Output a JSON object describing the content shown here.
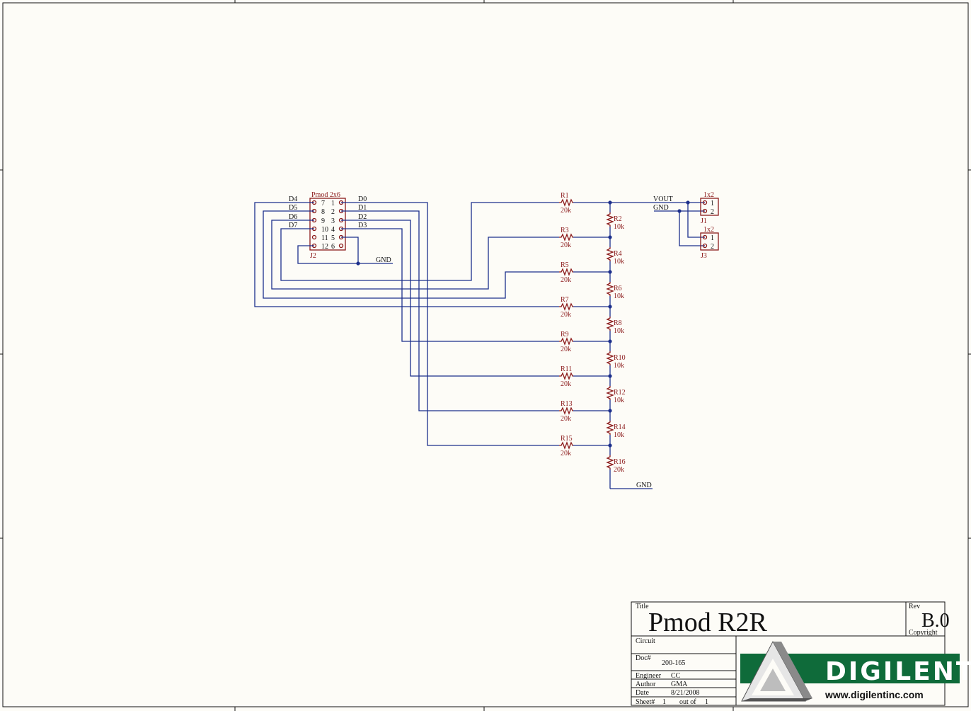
{
  "connector_j2": {
    "type_label": "Pmod 2x6",
    "ref": "J2",
    "left_pins": [
      "7",
      "8",
      "9",
      "10",
      "11",
      "12"
    ],
    "right_pins": [
      "1",
      "2",
      "3",
      "4",
      "5",
      "6"
    ],
    "left_nets": [
      "D4",
      "D5",
      "D6",
      "D7"
    ],
    "right_nets": [
      "D0",
      "D1",
      "D2",
      "D3"
    ]
  },
  "gnd_label": "GND",
  "vout_label": "VOUT",
  "resistors_series": [
    {
      "ref": "R1",
      "value": "20k"
    },
    {
      "ref": "R3",
      "value": "20k"
    },
    {
      "ref": "R5",
      "value": "20k"
    },
    {
      "ref": "R7",
      "value": "20k"
    },
    {
      "ref": "R9",
      "value": "20k"
    },
    {
      "ref": "R11",
      "value": "20k"
    },
    {
      "ref": "R13",
      "value": "20k"
    },
    {
      "ref": "R15",
      "value": "20k"
    }
  ],
  "resistors_ladder": [
    {
      "ref": "R2",
      "value": "10k"
    },
    {
      "ref": "R4",
      "value": "10k"
    },
    {
      "ref": "R6",
      "value": "10k"
    },
    {
      "ref": "R8",
      "value": "10k"
    },
    {
      "ref": "R10",
      "value": "10k"
    },
    {
      "ref": "R12",
      "value": "10k"
    },
    {
      "ref": "R14",
      "value": "10k"
    },
    {
      "ref": "R16",
      "value": "20k"
    }
  ],
  "connector_j1": {
    "type_label": "1x2",
    "ref": "J1",
    "pins": [
      "1",
      "2"
    ]
  },
  "connector_j3": {
    "type_label": "1x2",
    "ref": "J3",
    "pins": [
      "1",
      "2"
    ]
  },
  "title_block": {
    "title_caption": "Title",
    "title": "Pmod R2R",
    "rev_caption": "Rev",
    "rev": "B.0",
    "copyright_caption": "Copyright",
    "circuit_caption": "Circuit",
    "doc_caption": "Doc#",
    "doc": "200-165",
    "engineer_caption": "Engineer",
    "engineer": "CC",
    "author_caption": "Author",
    "author": "GMA",
    "date_caption": "Date",
    "date": "8/21/2008",
    "sheet_caption": "Sheet#",
    "sheet": "1",
    "outof_caption": "out of",
    "outof": "1"
  },
  "logo": {
    "name": "DIGILENT",
    "url": "www.digilentinc.com"
  },
  "colors": {
    "wire": "#1c2f8c",
    "part": "#8b1a1a",
    "paper": "#fdfcf7",
    "logo_green": "#0f6b3a"
  }
}
